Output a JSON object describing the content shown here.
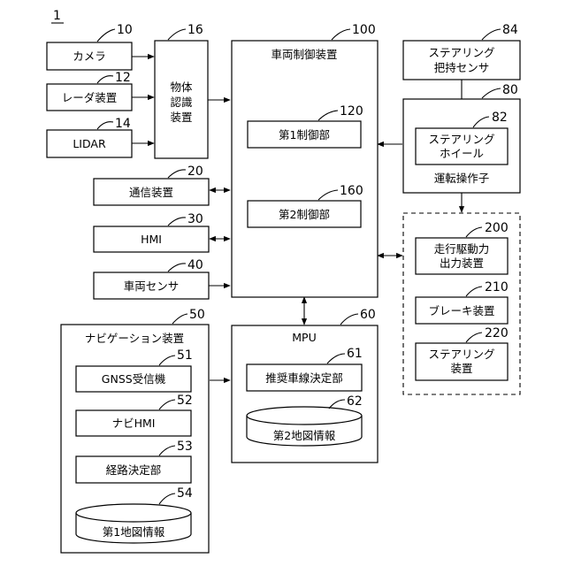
{
  "figure_number": "1",
  "blocks": {
    "camera": {
      "label": "カメラ",
      "ref": "10"
    },
    "radar": {
      "label": "レーダ装置",
      "ref": "12"
    },
    "lidar": {
      "label": "LIDAR",
      "ref": "14"
    },
    "object_recognition": {
      "lines": [
        "物体",
        "認識",
        "装置"
      ],
      "ref": "16"
    },
    "communication": {
      "label": "通信装置",
      "ref": "20"
    },
    "hmi": {
      "label": "HMI",
      "ref": "30"
    },
    "vehicle_sensor": {
      "label": "車両センサ",
      "ref": "40"
    },
    "vehicle_controller": {
      "label": "車両制御装置",
      "ref": "100"
    },
    "first_controller": {
      "label": "第1制御部",
      "ref": "120"
    },
    "second_controller": {
      "label": "第2制御部",
      "ref": "160"
    },
    "grip_sensor": {
      "lines": [
        "ステアリング",
        "把持センサ"
      ],
      "ref": "84"
    },
    "driving_operator": {
      "label": "運転操作子",
      "ref": "80"
    },
    "steering_wheel": {
      "lines": [
        "ステアリング",
        "ホイール"
      ],
      "ref": "82"
    },
    "driving_force_output": {
      "lines": [
        "走行駆動力",
        "出力装置"
      ],
      "ref": "200"
    },
    "brake": {
      "label": "ブレーキ装置",
      "ref": "210"
    },
    "steering_device": {
      "lines": [
        "ステアリング",
        "装置"
      ],
      "ref": "220"
    },
    "navigation": {
      "label": "ナビゲーション装置",
      "ref": "50"
    },
    "gnss": {
      "label": "GNSS受信機",
      "ref": "51"
    },
    "navi_hmi": {
      "label": "ナビHMI",
      "ref": "52"
    },
    "route_determiner": {
      "label": "経路決定部",
      "ref": "53"
    },
    "first_map": {
      "label": "第1地図情報",
      "ref": "54"
    },
    "mpu": {
      "label": "MPU",
      "ref": "60"
    },
    "lane_determiner": {
      "label": "推奨車線決定部",
      "ref": "61"
    },
    "second_map": {
      "label": "第2地図情報",
      "ref": "62"
    }
  }
}
